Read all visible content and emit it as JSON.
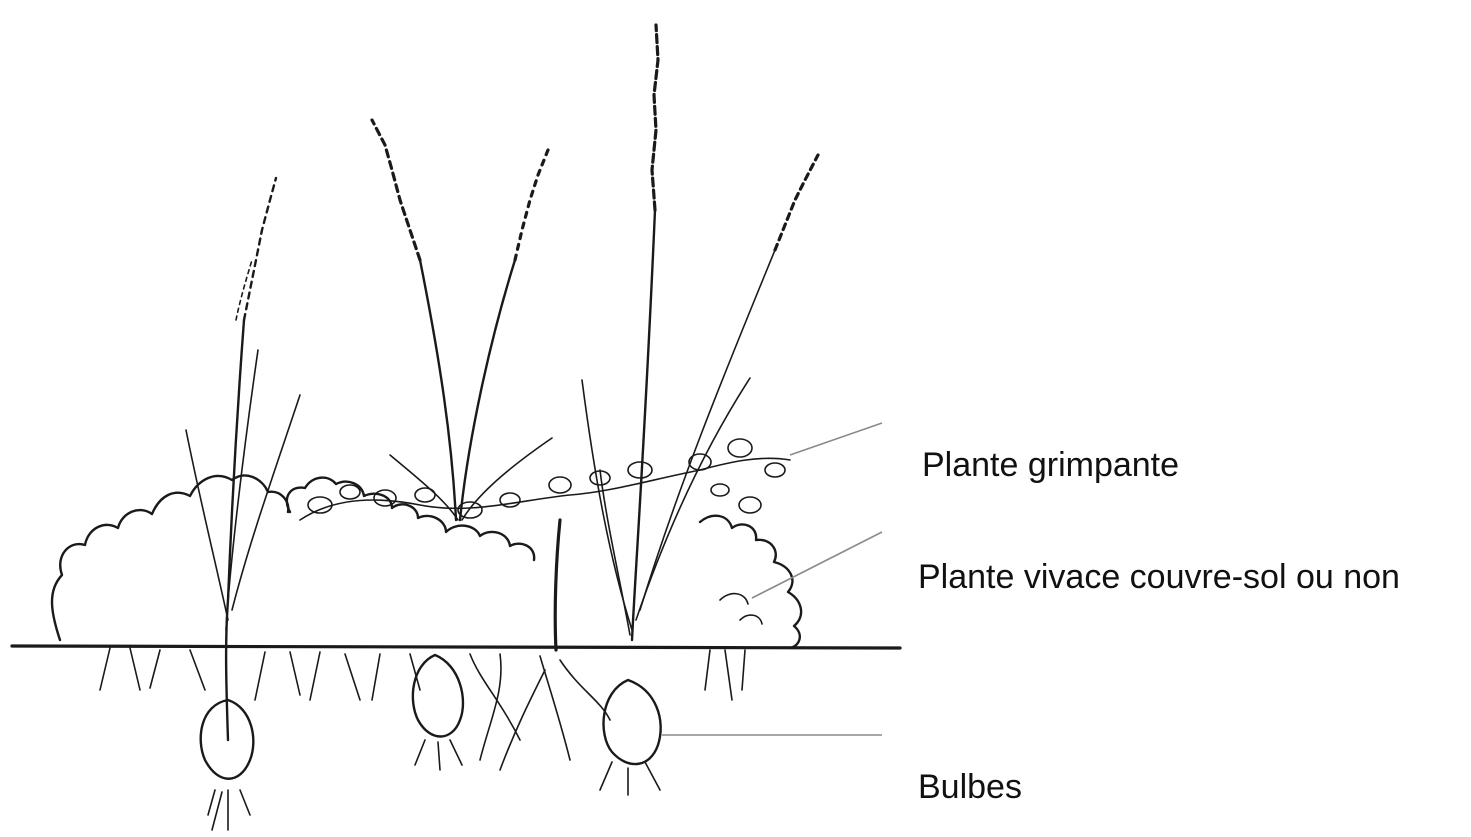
{
  "labels": {
    "climbing_plant": "Plante grimpante",
    "perennial": "Plante vivace couvre-sol ou non",
    "bulbs": "Bulbes"
  },
  "colors": {
    "ink": "#1a1a1a",
    "leader": "#8a8a8a",
    "background": "#ffffff"
  }
}
